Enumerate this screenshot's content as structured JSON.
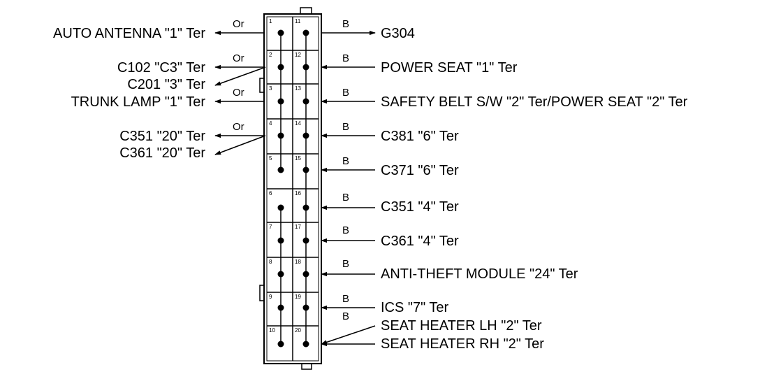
{
  "connector": {
    "pins_left": [
      "1",
      "2",
      "3",
      "4",
      "5",
      "6",
      "7",
      "8",
      "9",
      "10"
    ],
    "pins_right": [
      "11",
      "12",
      "13",
      "14",
      "15",
      "16",
      "17",
      "18",
      "19",
      "20"
    ]
  },
  "left": {
    "auto_antenna": {
      "label": "AUTO ANTENNA \"1\" Ter",
      "wire": "Or"
    },
    "c102": {
      "label": "C102 \"C3\" Ter",
      "wire": "Or"
    },
    "c201": {
      "label": "C201 \"3\" Ter"
    },
    "trunk_lamp": {
      "label": "TRUNK LAMP \"1\" Ter",
      "wire": "Or"
    },
    "c351_20": {
      "label": "C351 \"20\" Ter",
      "wire": "Or"
    },
    "c361_20": {
      "label": "C361 \"20\" Ter"
    }
  },
  "right": {
    "g304": {
      "label": "G304",
      "wire": "B"
    },
    "power_seat": {
      "label": "POWER SEAT \"1\" Ter",
      "wire": "B"
    },
    "safety_belt": {
      "label": "SAFETY BELT S/W \"2\" Ter/POWER SEAT \"2\" Ter",
      "wire": "B"
    },
    "c381": {
      "label": "C381 \"6\" Ter",
      "wire": "B"
    },
    "c371": {
      "label": "C371 \"6\" Ter",
      "wire": "B"
    },
    "c351_4": {
      "label": "C351 \"4\" Ter",
      "wire": "B"
    },
    "c361_4": {
      "label": "C361 \"4\" Ter",
      "wire": "B"
    },
    "anti_theft": {
      "label": "ANTI-THEFT MODULE \"24\" Ter",
      "wire": "B"
    },
    "ics": {
      "label": "ICS \"7\" Ter",
      "wire": "B"
    },
    "seat_heater_lh": {
      "label": "SEAT HEATER LH \"2\" Ter",
      "wire": "B"
    },
    "seat_heater_rh": {
      "label": "SEAT HEATER RH \"2\" Ter"
    }
  }
}
